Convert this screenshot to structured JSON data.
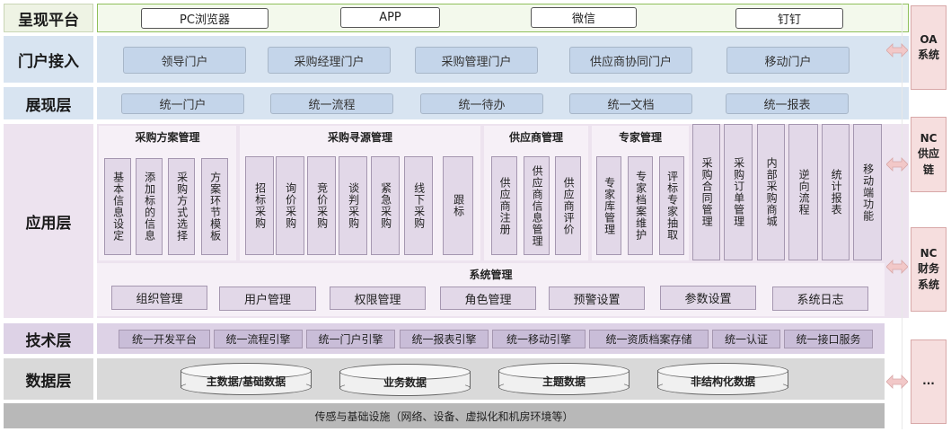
{
  "colors": {
    "presentation_bg": "#f3f9ec",
    "presentation_border": "#8fbf5a",
    "portal_bg": "#d8e4f1",
    "display_bg": "#d8e4f1",
    "app_bg": "#ede3ef",
    "tech_bg": "#ddd2e6",
    "data_bg": "#d9d9d9",
    "infra_bg": "#b8b8b8",
    "side_bg": "#f6dede",
    "arrow_fill": "#f2c8c8"
  },
  "presentation": {
    "label": "呈现平台",
    "items": [
      "PC浏览器",
      "APP",
      "微信",
      "钉钉"
    ]
  },
  "portal": {
    "label": "门户接入",
    "items": [
      "领导门户",
      "采购经理门户",
      "采购管理门户",
      "供应商协同门户",
      "移动门户"
    ]
  },
  "display": {
    "label": "展现层",
    "items": [
      "统一门户",
      "统一流程",
      "统一待办",
      "统一文档",
      "统一报表"
    ]
  },
  "application": {
    "label": "应用层",
    "groups": [
      {
        "title": "采购方案管理",
        "items": [
          "基本信息设定",
          "添加标的信息",
          "采购方式选择",
          "方案环节模板"
        ]
      },
      {
        "title": "采购寻源管理",
        "items": [
          "招标采购",
          "询价采购",
          "竞价采购",
          "谈判采购",
          "紧急采购",
          "线下采购",
          "跟标"
        ]
      },
      {
        "title": "供应商管理",
        "items": [
          "供应商注册",
          "供应商信息管理",
          "供应商评价"
        ]
      },
      {
        "title": "专家管理",
        "items": [
          "专家库管理",
          "专家档案维护",
          "评标专家抽取"
        ]
      }
    ],
    "standalone": [
      "采购合同管理",
      "采购订单管理",
      "内部采购商城",
      "逆向流程",
      "统计报表",
      "移动端功能"
    ],
    "system_mgmt": {
      "title": "系统管理",
      "items": [
        "组织管理",
        "用户管理",
        "权限管理",
        "角色管理",
        "预警设置",
        "参数设置",
        "系统日志"
      ]
    }
  },
  "tech": {
    "label": "技术层",
    "items": [
      "统一开发平台",
      "统一流程引擎",
      "统一门户引擎",
      "统一报表引擎",
      "统一移动引擎",
      "统一资质档案存储",
      "统一认证",
      "统一接口服务"
    ]
  },
  "data_layer": {
    "label": "数据层",
    "items": [
      "主数据/基础数据",
      "业务数据",
      "主题数据",
      "非结构化数据"
    ]
  },
  "infrastructure": {
    "label": "传感与基础设施（网络、设备、虚拟化和机房环境等）"
  },
  "side_systems": [
    {
      "name": "OA系统",
      "icon": "double-arrow-icon"
    },
    {
      "name": "NC供应链",
      "icon": "double-arrow-icon"
    },
    {
      "name": "NC财务系统",
      "icon": "double-arrow-icon"
    },
    {
      "name": "...",
      "icon": "double-arrow-icon"
    }
  ]
}
